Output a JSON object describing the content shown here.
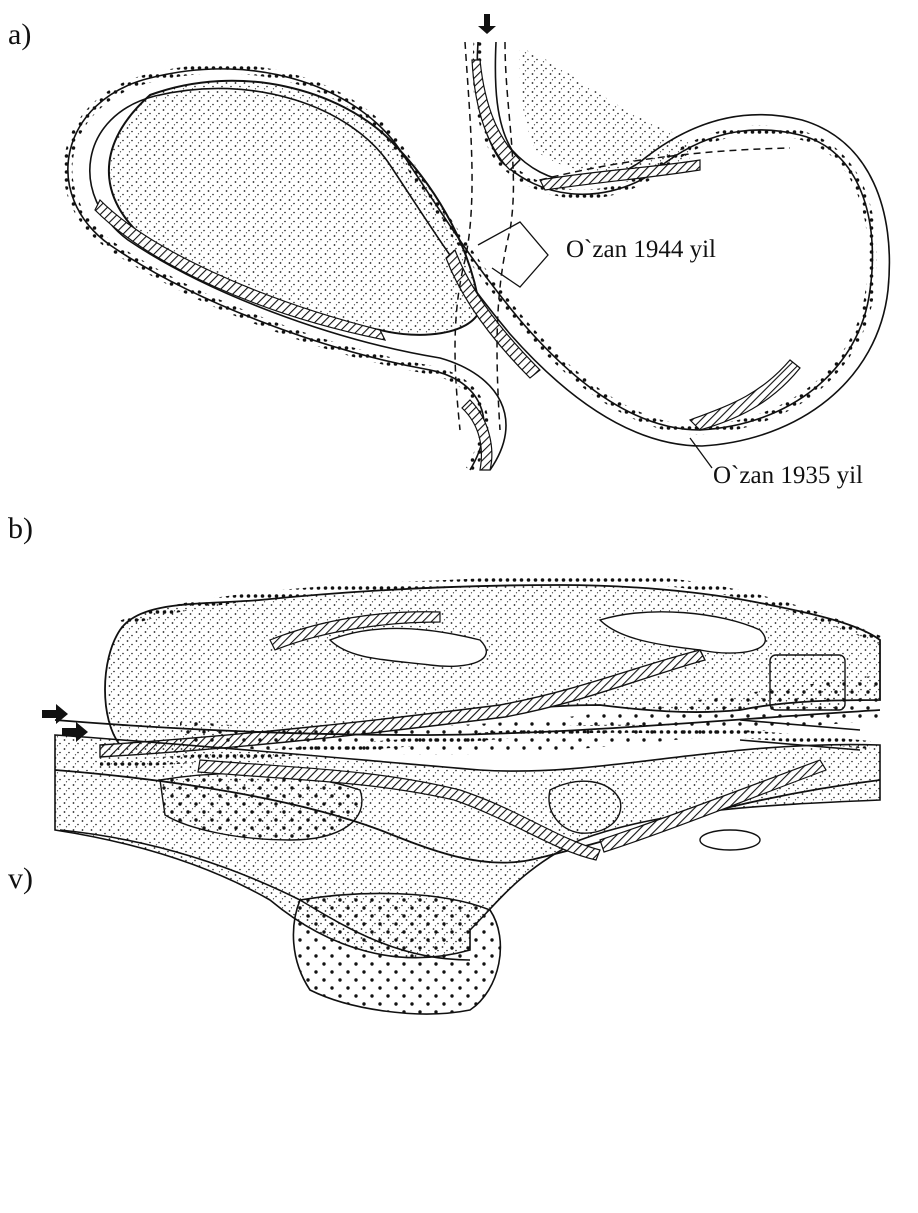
{
  "panels": [
    {
      "id": "a",
      "label": "a)"
    },
    {
      "id": "b",
      "label": "b)"
    },
    {
      "id": "v",
      "label": "v)"
    }
  ],
  "annotations": {
    "channel_1944": "O`zan 1944 yil",
    "channel_1935": "O`zan 1935 yil"
  },
  "colors": {
    "ink": "#111111",
    "stipple": "#222222",
    "background": "#ffffff"
  },
  "icons": [
    "flow-direction-arrow-icon"
  ]
}
